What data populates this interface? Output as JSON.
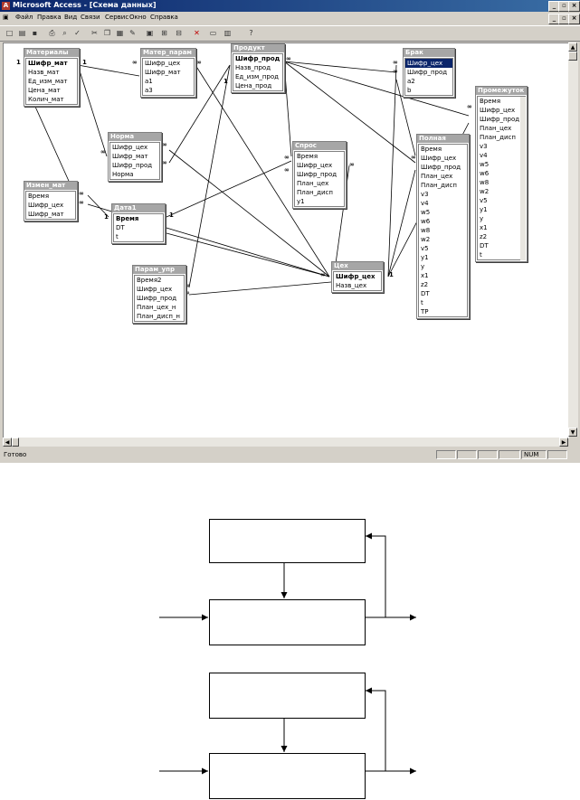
{
  "window": {
    "title": "Microsoft Access - [Схема данных]",
    "min_glyph": "_",
    "max_glyph": "▫",
    "close_glyph": "×"
  },
  "menu": {
    "items": [
      "Файл",
      "Правка",
      "Вид",
      "Связи",
      "Сервис",
      "Окно",
      "Справка"
    ]
  },
  "toolbar": {
    "icons": [
      "new-icon",
      "open-icon",
      "save-icon",
      "print-icon",
      "preview-icon",
      "spell-icon",
      "cut-icon",
      "copy-icon",
      "paste-icon",
      "format-painter-icon",
      "show-table-icon",
      "direct-relations-icon",
      "all-relations-icon",
      "delete-icon",
      "properties-icon",
      "new-object-icon",
      "help-icon"
    ],
    "glyphs": [
      "□",
      "▤",
      "▪",
      "⎙",
      "⌕",
      "✓",
      "✂",
      "❐",
      "▦",
      "✎",
      "▣",
      "⊞",
      "⊟",
      "✕",
      "▭",
      "▥",
      "?"
    ]
  },
  "tables": [
    {
      "id": "materialy",
      "title": "Материалы",
      "fields": [
        "Шифр_мат",
        "Назв_мат",
        "Ед_изм_мат",
        "Цена_мат",
        "Колич_мат"
      ],
      "keys": [
        0
      ]
    },
    {
      "id": "mater_param",
      "title": "Матер_парам",
      "fields": [
        "Шифр_цех",
        "Шифр_мат",
        "a1",
        "a3"
      ],
      "keys": []
    },
    {
      "id": "produkt",
      "title": "Продукт",
      "fields": [
        "Шифр_прод",
        "Назв_прод",
        "Ед_изм_прод",
        "Цена_прод"
      ],
      "keys": [
        0
      ]
    },
    {
      "id": "brak",
      "title": "Брак",
      "fields": [
        "Шифр_цех",
        "Шифр_прод",
        "a2",
        "b"
      ],
      "keys": [],
      "selected": 0
    },
    {
      "id": "promezhutok",
      "title": "Промежуток",
      "fields": [
        "Время",
        "Шифр_цех",
        "Шифр_прод",
        "План_цех",
        "План_дисп",
        "v3",
        "v4",
        "w5",
        "w6",
        "w8",
        "w2",
        "v5",
        "y1",
        "y",
        "x1",
        "z2",
        "DT",
        "t"
      ],
      "keys": []
    },
    {
      "id": "norma",
      "title": "Норма",
      "fields": [
        "Шифр_цех",
        "Шифр_мат",
        "Шифр_прод",
        "Норма"
      ],
      "keys": []
    },
    {
      "id": "spros",
      "title": "Спрос",
      "fields": [
        "Время",
        "Шифр_цех",
        "Шифр_прод",
        "План_цех",
        "План_дисп",
        "y1"
      ],
      "keys": []
    },
    {
      "id": "polnaya",
      "title": "Полная",
      "fields": [
        "Время",
        "Шифр_цех",
        "Шифр_прод",
        "План_цех",
        "План_дисп",
        "v3",
        "v4",
        "w5",
        "w6",
        "w8",
        "w2",
        "v5",
        "y1",
        "y",
        "x1",
        "z2",
        "DT",
        "t",
        "TP"
      ],
      "keys": []
    },
    {
      "id": "izmen_mat",
      "title": "Измен_мат",
      "fields": [
        "Время",
        "Шифр_цех",
        "Шифр_мат"
      ],
      "keys": []
    },
    {
      "id": "data1",
      "title": "Дата1",
      "fields": [
        "Время",
        "DT",
        "t"
      ],
      "keys": [
        0
      ]
    },
    {
      "id": "param_upr",
      "title": "Парам_упр",
      "fields": [
        "Время2",
        "Шифр_цех",
        "Шифр_прод",
        "План_цех_н",
        "План_дисп_н"
      ],
      "keys": []
    },
    {
      "id": "tseh",
      "title": "Цех",
      "fields": [
        "Шифр_цех",
        "Назв_цех"
      ],
      "keys": [
        0
      ]
    }
  ],
  "cardinality": {
    "one": "1",
    "many": "∞"
  },
  "status": {
    "text": "Готово",
    "num": "NUM"
  }
}
